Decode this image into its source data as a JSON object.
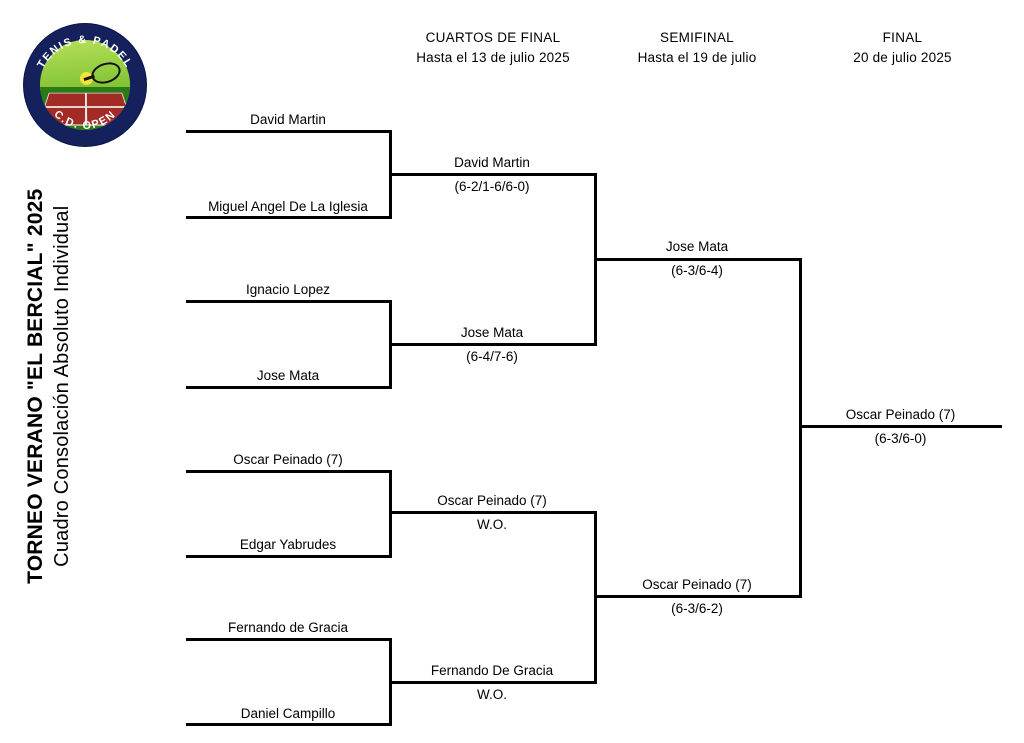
{
  "logo": {
    "top_text": "TENIS & PADEL",
    "bottom_text": "C.D. OPEN"
  },
  "title": {
    "line1": "TORNEO VERANO \"EL BERCIAL\" 2025",
    "line2": "Cuadro Consolación Absoluto Individual"
  },
  "rounds": [
    {
      "title": "CUARTOS DE FINAL",
      "date": "Hasta el 13 de julio 2025"
    },
    {
      "title": "SEMIFINAL",
      "date": "Hasta el 19 de julio"
    },
    {
      "title": "FINAL",
      "date": "20 de julio 2025"
    }
  ],
  "bracket": {
    "round1": [
      {
        "name": "David Martin"
      },
      {
        "name": "Miguel Angel De La Iglesia"
      },
      {
        "name": "Ignacio Lopez"
      },
      {
        "name": "Jose Mata"
      },
      {
        "name": "Oscar Peinado (7)"
      },
      {
        "name": "Edgar Yabrudes"
      },
      {
        "name": "Fernando de Gracia"
      },
      {
        "name": "Daniel Campillo"
      }
    ],
    "quarterfinals": [
      {
        "winner": "David Martin",
        "score": "(6-2/1-6/6-0)"
      },
      {
        "winner": "Jose Mata",
        "score": "(6-4/7-6)"
      },
      {
        "winner": "Oscar Peinado (7)",
        "score": "W.O."
      },
      {
        "winner": "Fernando De Gracia",
        "score": "W.O."
      }
    ],
    "semifinals": [
      {
        "winner": "Jose Mata",
        "score": "(6-3/6-4)"
      },
      {
        "winner": "Oscar Peinado (7)",
        "score": "(6-3/6-2)"
      }
    ],
    "final": [
      {
        "winner": "Oscar Peinado (7)",
        "score": "(6-3/6-0)"
      }
    ]
  },
  "colors": {
    "line": "#000000",
    "logo_ring": "#14215c",
    "logo_court": "#a32b26",
    "logo_grass": "#8dc63f"
  }
}
